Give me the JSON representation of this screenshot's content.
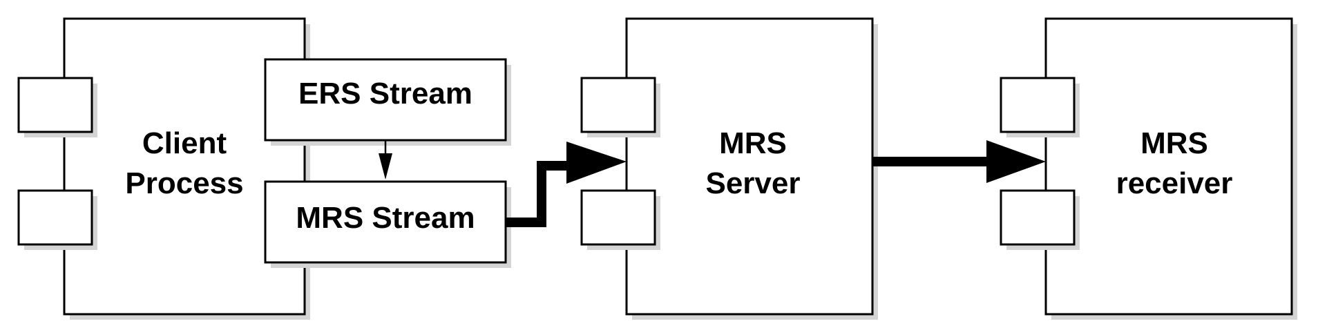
{
  "components": {
    "client": {
      "line1": "Client",
      "line2": "Process"
    },
    "ers_stream": {
      "label": "ERS Stream"
    },
    "mrs_stream": {
      "label": "MRS Stream"
    },
    "server": {
      "line1": "MRS",
      "line2": "Server"
    },
    "receiver": {
      "line1": "MRS",
      "line2": "receiver"
    }
  },
  "colors": {
    "stroke": "#000000",
    "fill": "#ffffff",
    "shadow": "#d4d4d4"
  }
}
